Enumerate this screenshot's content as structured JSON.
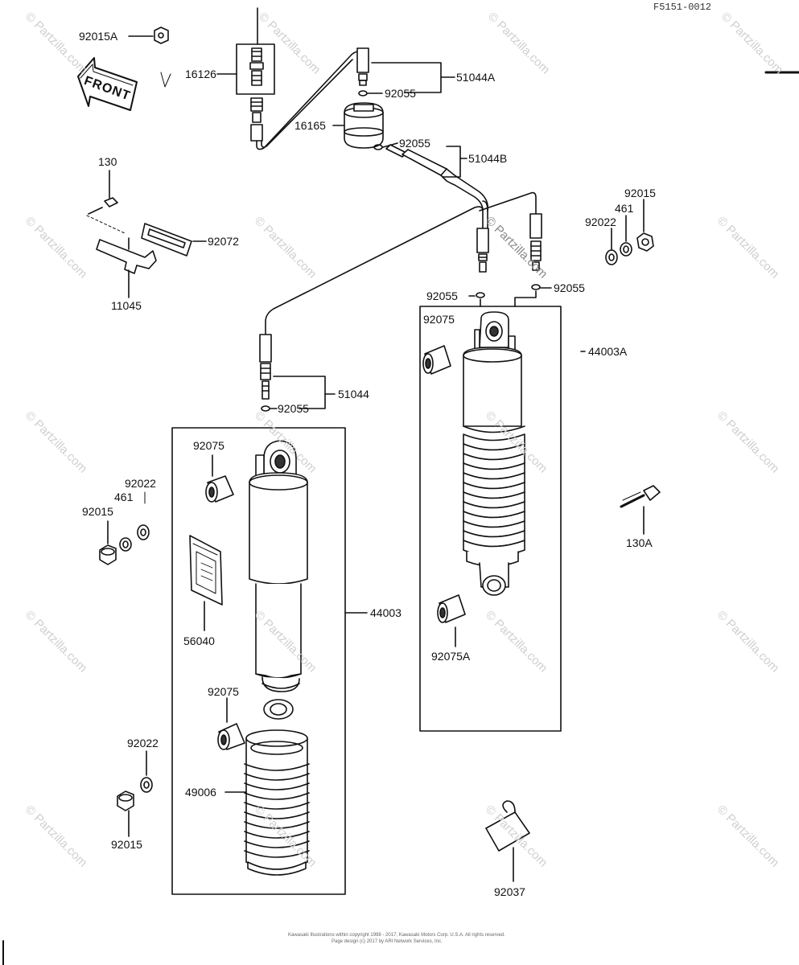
{
  "diagram_code": "F5151-0012",
  "front_label": "FRONT",
  "watermark": "© Partzilla.com",
  "parts": {
    "p92015A": "92015A",
    "p16126": "16126",
    "p51044A": "51044A",
    "p92055_a": "92055",
    "p16165": "16165",
    "p92055_b": "92055",
    "p51044B": "51044B",
    "p130": "130",
    "p92072": "92072",
    "p11045": "11045",
    "p92015_r": "92015",
    "p461_r": "461",
    "p92022_r": "92022",
    "p92055_c": "92055",
    "p92055_d": "92055",
    "p92075_r": "92075",
    "p44003A": "44003A",
    "p51044": "51044",
    "p92055_e": "92055",
    "p92075_l": "92075",
    "p92022_l": "92022",
    "p461_l": "461",
    "p92015_l": "92015",
    "p130A": "130A",
    "p56040": "56040",
    "p44003": "44003",
    "p92075A": "92075A",
    "p92075_l2": "92075",
    "p92022_l2": "92022",
    "p49006": "49006",
    "p92015_l2": "92015",
    "p92037": "92037"
  },
  "footer": {
    "line1": "Kawasaki Illustrations within copyright 1998 - 2017, Kawasaki Motors Corp. U.S.A. All rights reserved.",
    "line2": "Page design (c) 2017 by ARI Network Services, Inc."
  }
}
